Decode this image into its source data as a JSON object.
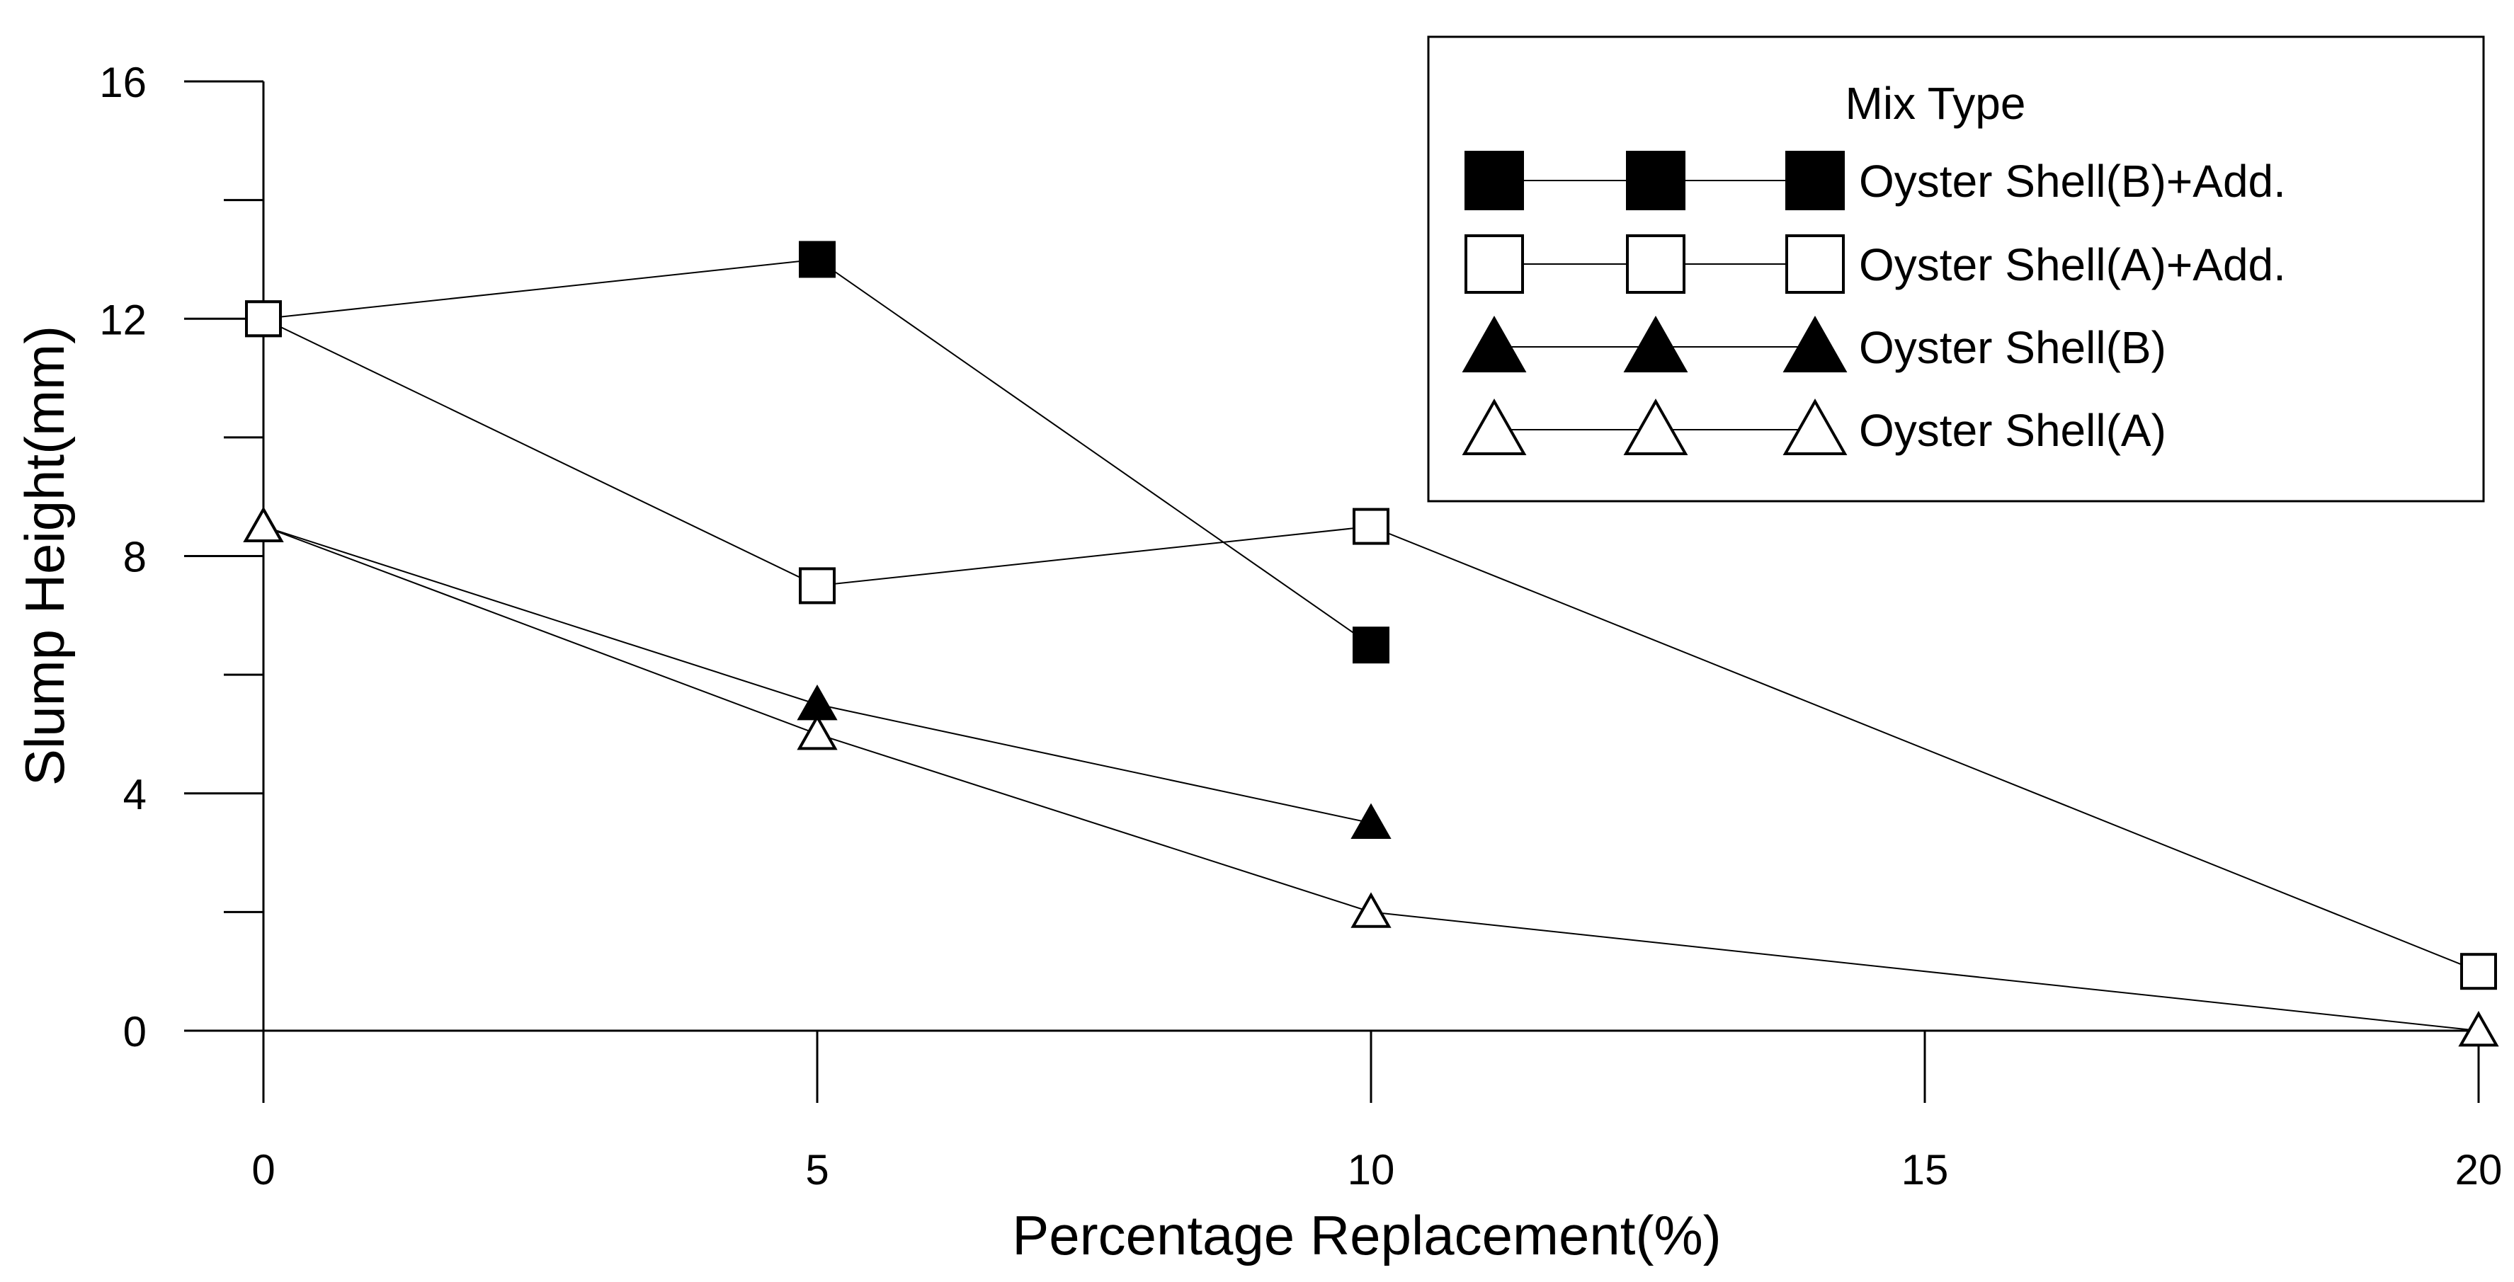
{
  "chart_data": {
    "type": "line",
    "title": "",
    "xlabel": "Percentage Replacement(%)",
    "ylabel": "Slump Height(mm)",
    "xlim": [
      0,
      20
    ],
    "ylim": [
      -1.2,
      16
    ],
    "x_ticks": [
      0,
      5,
      10,
      15,
      20
    ],
    "x_tick_labels": [
      "0",
      "5",
      "10",
      "15",
      "20"
    ],
    "y_ticks": [
      0,
      4,
      8,
      12,
      16
    ],
    "y_tick_labels": [
      "0",
      "4",
      "8",
      "12",
      "16"
    ],
    "y_minor_ticks": [
      2,
      6,
      10,
      14
    ],
    "grid": false,
    "legend_position": "top-right",
    "legend_title": "Mix Type",
    "series": [
      {
        "name": "Oyster Shell(B)+Add.",
        "marker": "square-filled",
        "x": [
          0,
          5,
          10
        ],
        "y": [
          12,
          13,
          6.5
        ]
      },
      {
        "name": "Oyster Shell(A)+Add.",
        "marker": "square-open",
        "x": [
          0,
          5,
          10,
          20
        ],
        "y": [
          12,
          7.5,
          8.5,
          1
        ]
      },
      {
        "name": "Oyster Shell(B)",
        "marker": "triangle-filled",
        "x": [
          0,
          5,
          10
        ],
        "y": [
          8.5,
          5.5,
          3.5
        ]
      },
      {
        "name": "Oyster Shell(A)",
        "marker": "triangle-open",
        "x": [
          0,
          5,
          10,
          20
        ],
        "y": [
          8.5,
          5,
          2,
          0
        ]
      }
    ]
  }
}
